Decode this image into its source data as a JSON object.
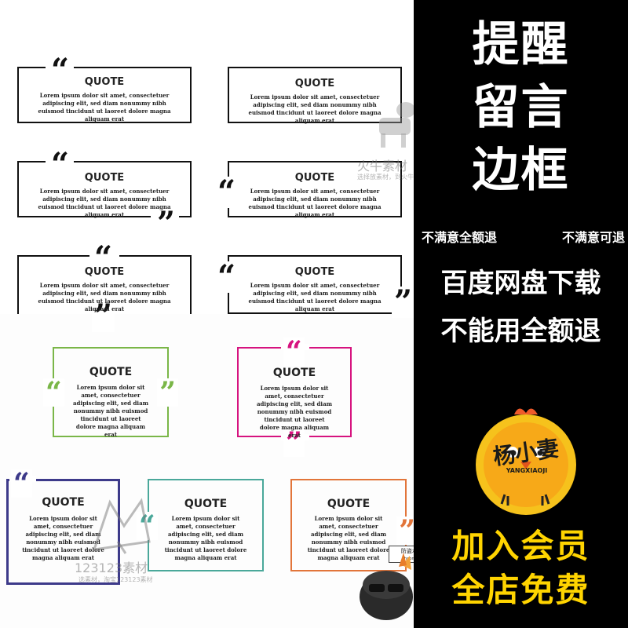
{
  "quote_title": "QUOTE",
  "quote_body_wide": "Lorem ipsum dolor sit amet, consectetuer adipiscing elit, sed diam nonummy nibh euismod tincidunt ut laoreet dolore magna aliquam erat",
  "quote_body_narrow": "Lorem ipsum dolor sit amet, consectetuer adipiscing elit, sed diam nonummy nibh euismod tincidunt ut laoreet dolore magna aliquam erat",
  "sidebar": {
    "headline_1": "提醒",
    "headline_2": "留言",
    "headline_3": "边框",
    "refund_left": "不满意全额退",
    "refund_right": "不满意可退",
    "download": "百度网盘下载",
    "unusable": "不能用全额退",
    "mascot_name": "杨小妻",
    "mascot_sub": "YANGXIAOJI",
    "member_1": "加入会员",
    "member_2": "全店免费"
  },
  "watermarks": {
    "hn_main": "火牛素材",
    "hn_sub": "选择放素材，到火牛",
    "num_main": "123123素材",
    "num_sub": "选素材，淘宝123123素材",
    "stamp_line1": "防盗水印 盗图必究",
    "stamp_line2": "hoonioutaobao.com"
  },
  "colors": {
    "black": "#111111",
    "green": "#7ab648",
    "magenta": "#d6137f",
    "navy": "#3d3a8a",
    "teal": "#4aa89a",
    "orange": "#e2753a",
    "yellow": "#ffd400"
  }
}
